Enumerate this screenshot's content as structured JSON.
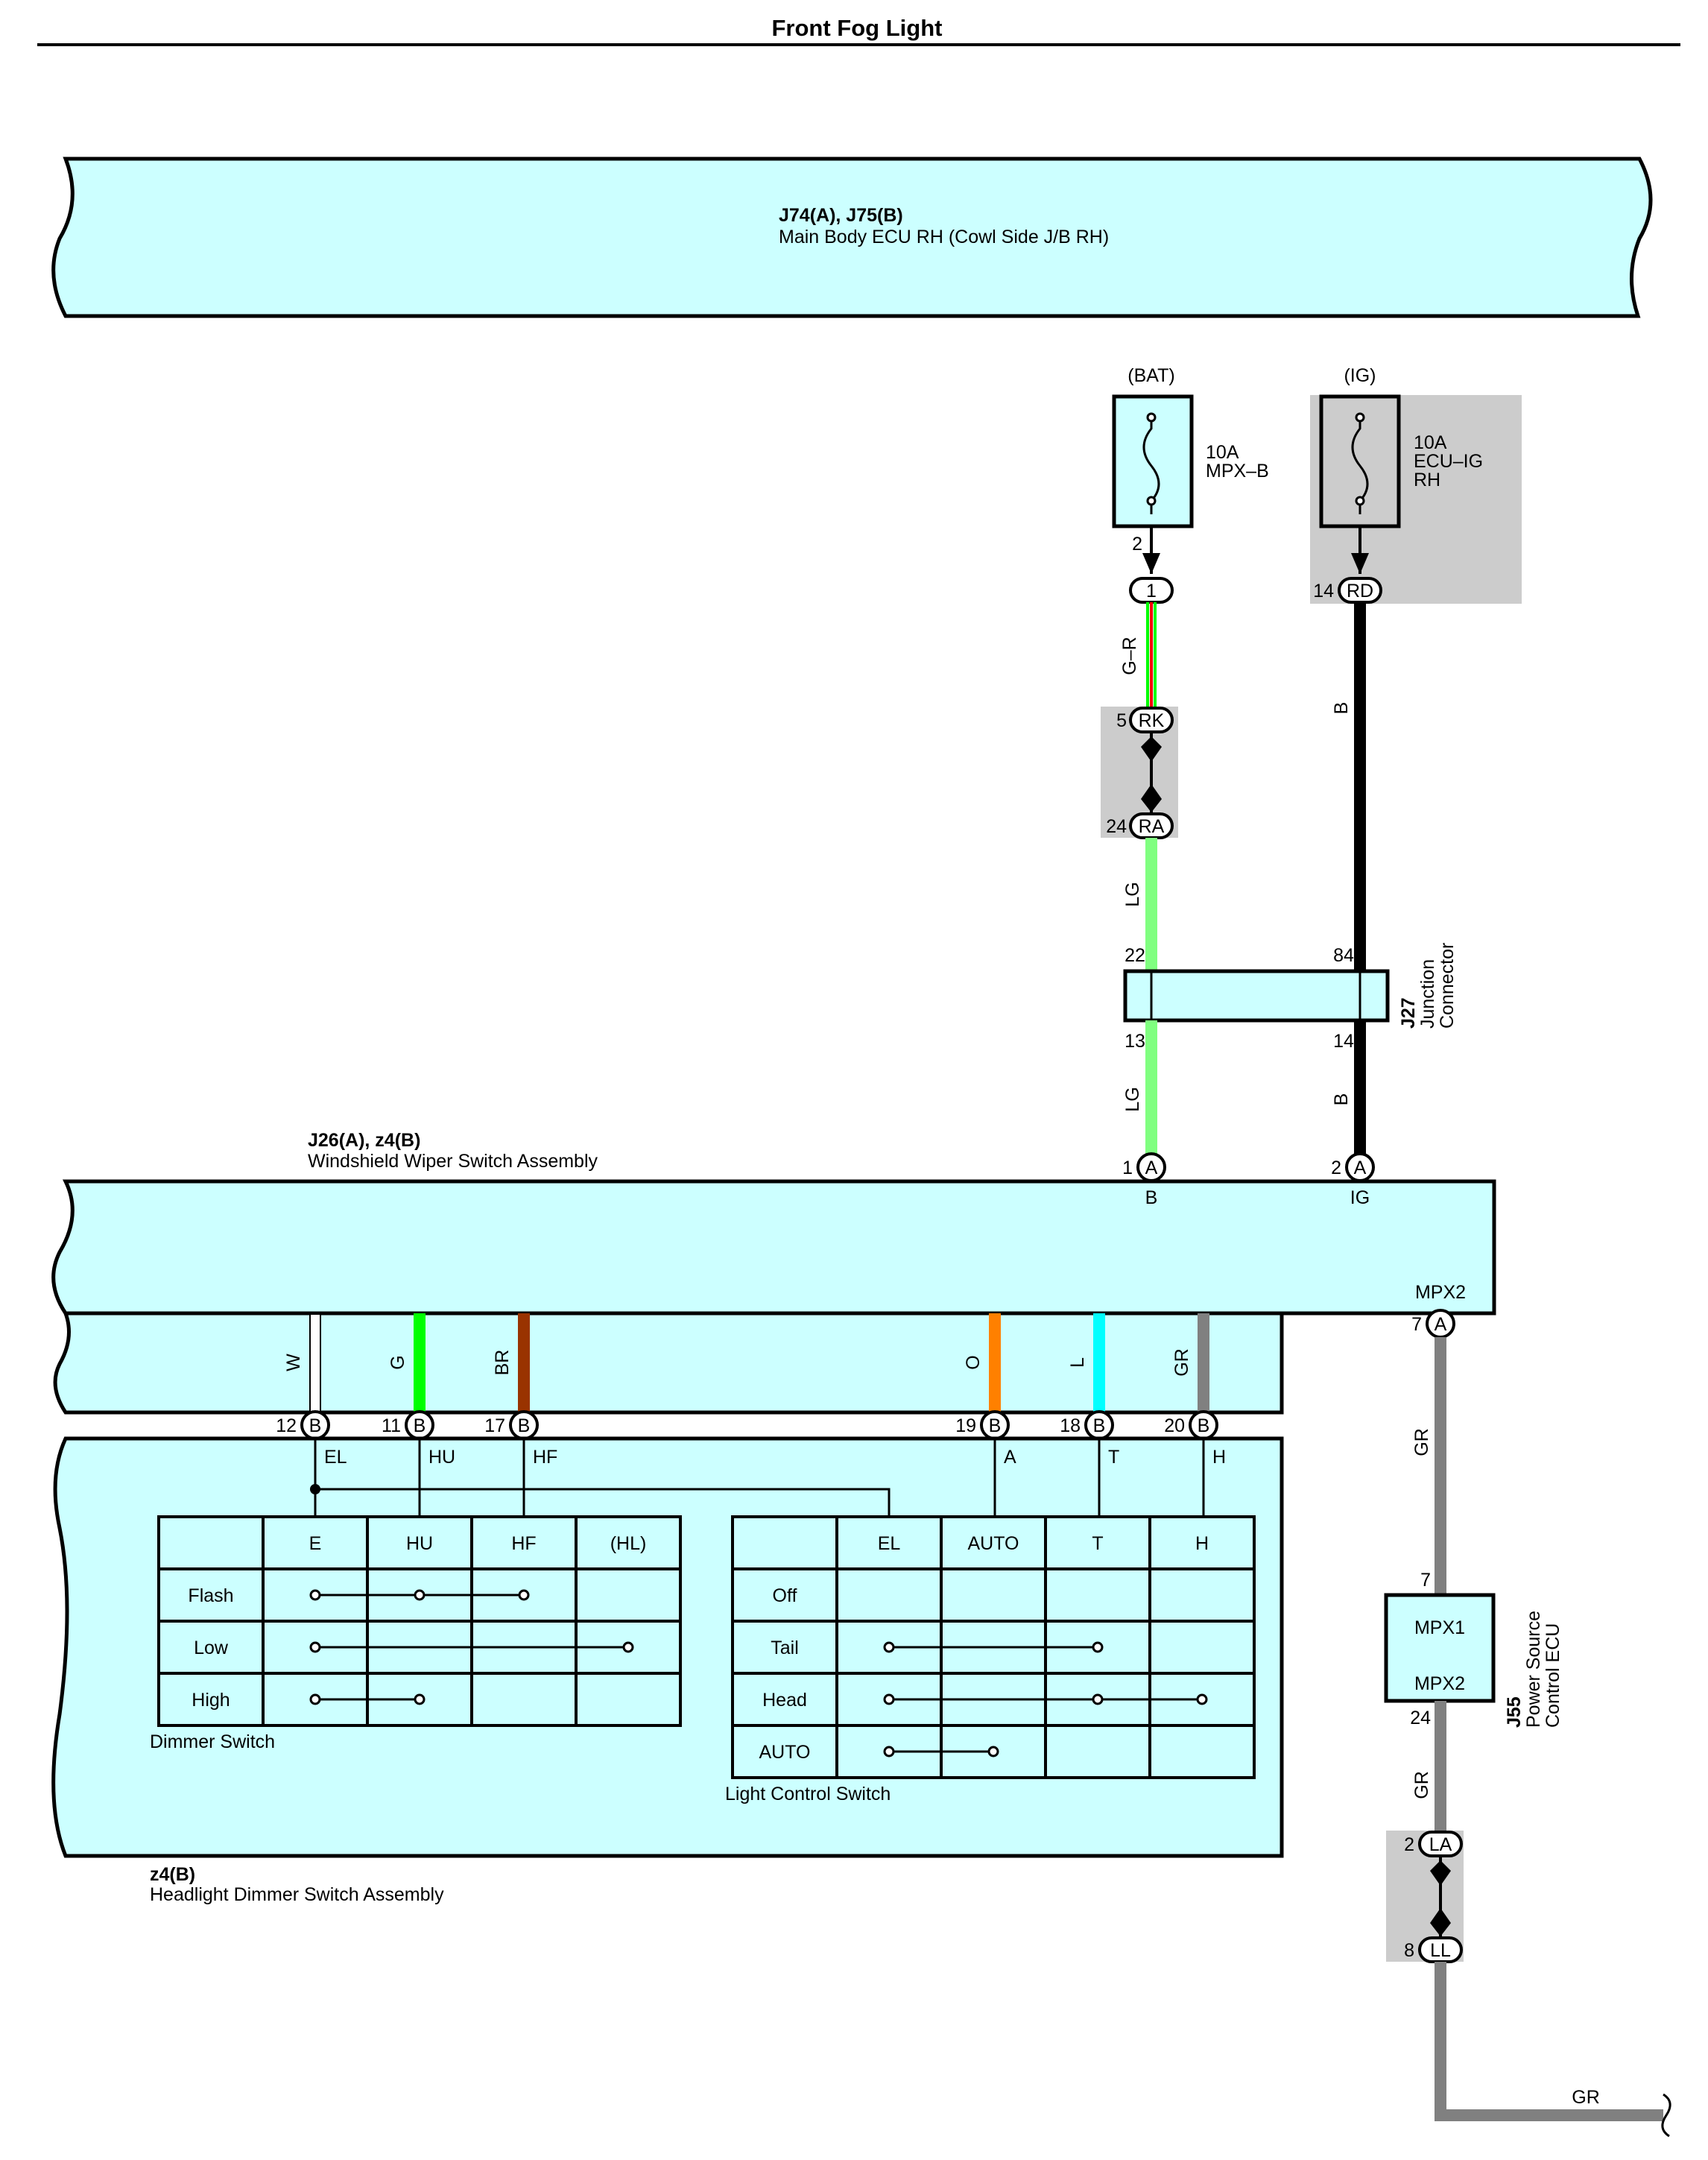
{
  "title": "Front Fog Light",
  "ecu_main": {
    "id": "J74(A), J75(B)",
    "name": "Main Body ECU RH (Cowl Side J/B RH)"
  },
  "fuse_bat": {
    "source": "(BAT)",
    "rating": "10A",
    "name": "MPX–B",
    "pin_out": "2",
    "conn_pin": "1"
  },
  "fuse_ig": {
    "source": "(IG)",
    "rating": "10A",
    "name1": "ECU–IG",
    "name2": "RH",
    "pin": "14",
    "conn": "RD"
  },
  "wire_colors": {
    "G-R": "G–R",
    "B": "B",
    "LG": "LG",
    "W": "W",
    "G": "G",
    "BR": "BR",
    "O": "O",
    "L": "L",
    "GR": "GR"
  },
  "colors": {
    "lg": "#80ff80",
    "black": "#000000",
    "white": "#ffffff",
    "green": "#00ff00",
    "brown": "#993300",
    "orange": "#ff8000",
    "cyan": "#00ffff",
    "gray": "#808080",
    "red": "#ff0000",
    "box": "#ccffff",
    "shade": "#cccccc"
  },
  "inline1": {
    "pin_top": "5",
    "conn_top": "RK",
    "pin_bottom": "24",
    "conn_bottom": "RA"
  },
  "junction": {
    "id": "J27",
    "name1": "Junction",
    "name2": "Connector",
    "pin_tl": "22",
    "pin_tr": "84",
    "pin_bl": "13",
    "pin_br": "14"
  },
  "wiper_switch": {
    "id": "J26(A), z4(B)",
    "name": "Windshield Wiper Switch Assembly",
    "pin_b": "1",
    "conn_b": "A",
    "label_b": "B",
    "pin_ig": "2",
    "conn_ig": "A",
    "label_ig": "IG",
    "label_mpx2": "MPX2",
    "pin_mpx2": "7",
    "conn_mpx2": "A"
  },
  "bottom_pins": [
    {
      "pin": "12",
      "conn": "B",
      "label": "EL"
    },
    {
      "pin": "11",
      "conn": "B",
      "label": "HU"
    },
    {
      "pin": "17",
      "conn": "B",
      "label": "HF"
    },
    {
      "pin": "19",
      "conn": "B",
      "label": "A"
    },
    {
      "pin": "18",
      "conn": "B",
      "label": "T"
    },
    {
      "pin": "20",
      "conn": "B",
      "label": "H"
    }
  ],
  "dimmer_switch": {
    "name": "Dimmer Switch",
    "headers": [
      "E",
      "HU",
      "HF",
      "(HL)"
    ],
    "rows": [
      "Flash",
      "Low",
      "High"
    ]
  },
  "light_control": {
    "name": "Light Control Switch",
    "headers": [
      "EL",
      "AUTO",
      "T",
      "H"
    ],
    "rows": [
      "Off",
      "Tail",
      "Head",
      "AUTO"
    ]
  },
  "dimmer_assy": {
    "id": "z4(B)",
    "name": "Headlight Dimmer Switch Assembly"
  },
  "power_ecu": {
    "id": "J55",
    "name1": "Power Source",
    "name2": "Control ECU",
    "mpx1": "MPX1",
    "mpx2": "MPX2",
    "pin_top": "7",
    "pin_bottom": "24"
  },
  "inline2": {
    "pin_top": "2",
    "conn_top": "LA",
    "pin_bottom": "8",
    "conn_bottom": "LL"
  }
}
